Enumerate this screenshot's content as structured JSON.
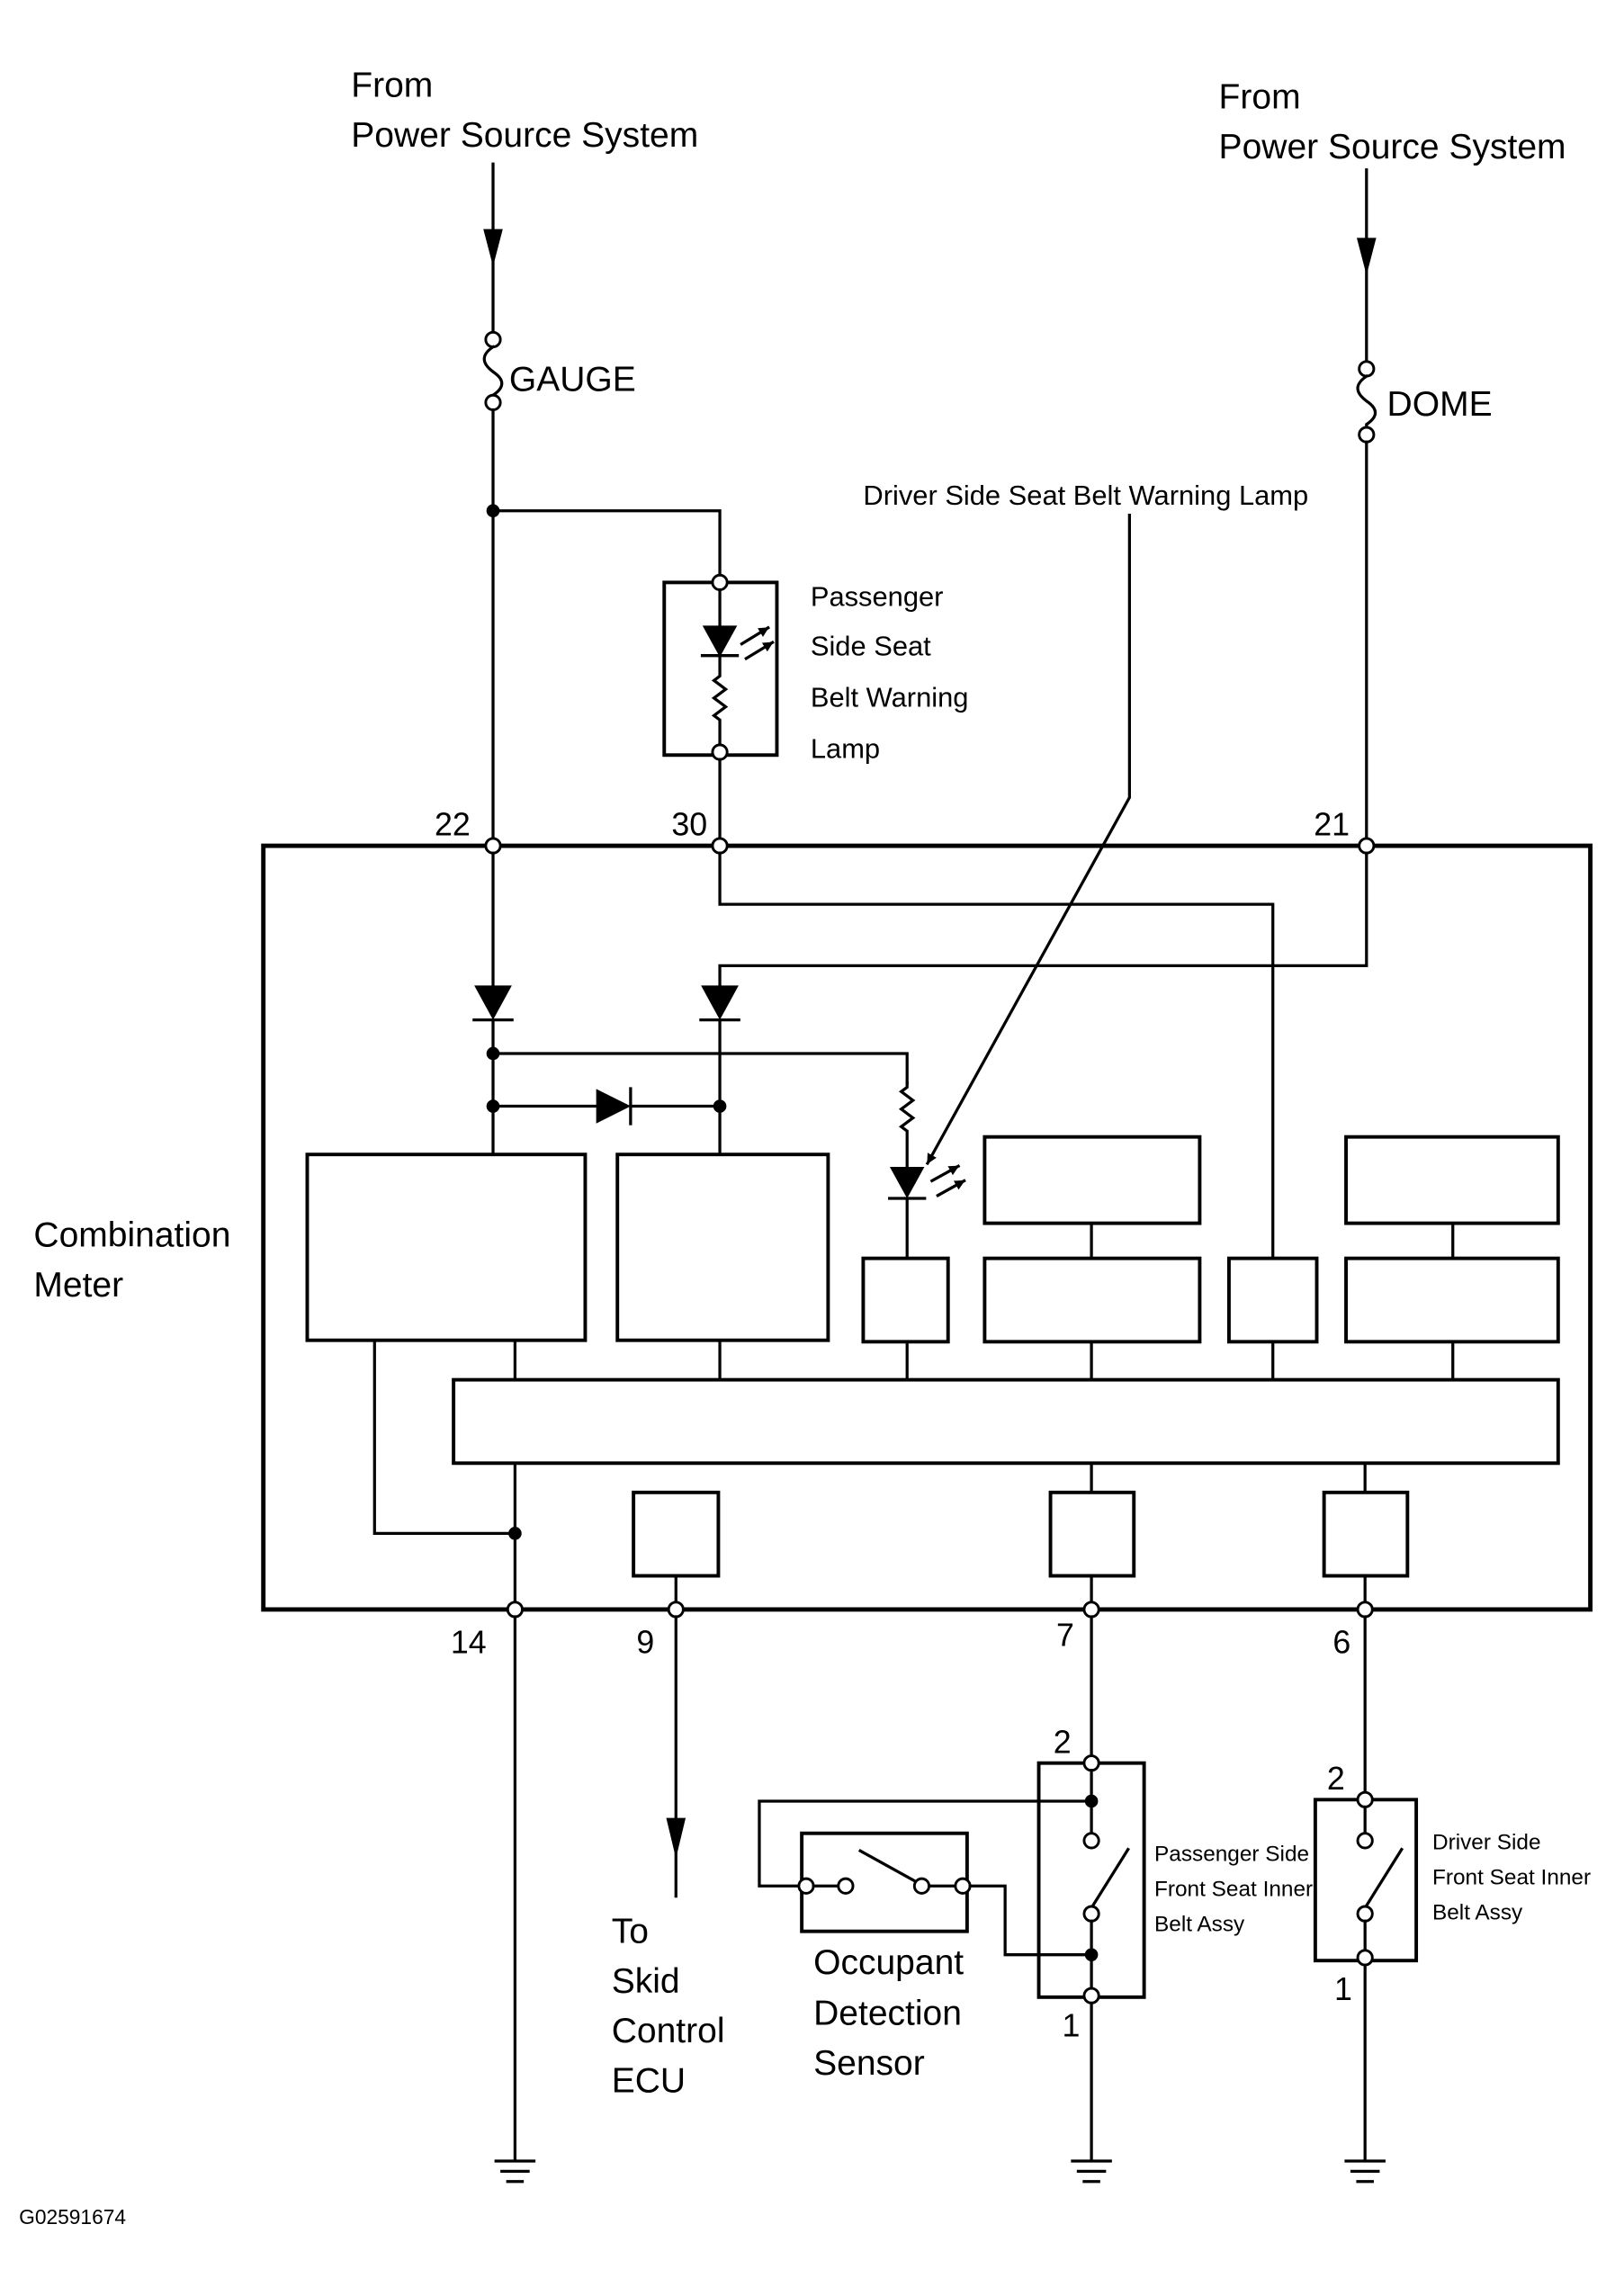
{
  "colors": {
    "ink": "#000000",
    "paper": "#ffffff"
  },
  "left_source": {
    "line1": "From",
    "line2": "Power Source System"
  },
  "right_source": {
    "line1": "From",
    "line2": "Power Source System"
  },
  "fuses": {
    "gauge": "GAUGE",
    "dome": "DOME"
  },
  "driver_lamp_label": "Driver Side Seat Belt Warning Lamp",
  "passenger_lamp": {
    "lines": [
      "Passenger",
      "Side Seat",
      "Belt Warning",
      "Lamp"
    ]
  },
  "combination_meter": {
    "lines": [
      "Combination",
      "Meter"
    ]
  },
  "terminals": {
    "t22": "22",
    "t30": "30",
    "t21": "21",
    "t14": "14",
    "t9": "9",
    "t7": "7",
    "t6": "6"
  },
  "skid": {
    "lines": [
      "To",
      "Skid",
      "Control",
      "ECU"
    ]
  },
  "occupant_sensor": {
    "lines": [
      "Occupant",
      "Detection",
      "Sensor"
    ]
  },
  "passenger_belt": {
    "lines": [
      "Passenger Side",
      "Front Seat Inner",
      "Belt Assy"
    ],
    "pin_top": "2",
    "pin_bottom": "1"
  },
  "driver_belt": {
    "lines": [
      "Driver Side",
      "Front Seat Inner",
      "Belt Assy"
    ],
    "pin_top": "2",
    "pin_bottom": "1"
  },
  "figure_id": "G02591674"
}
